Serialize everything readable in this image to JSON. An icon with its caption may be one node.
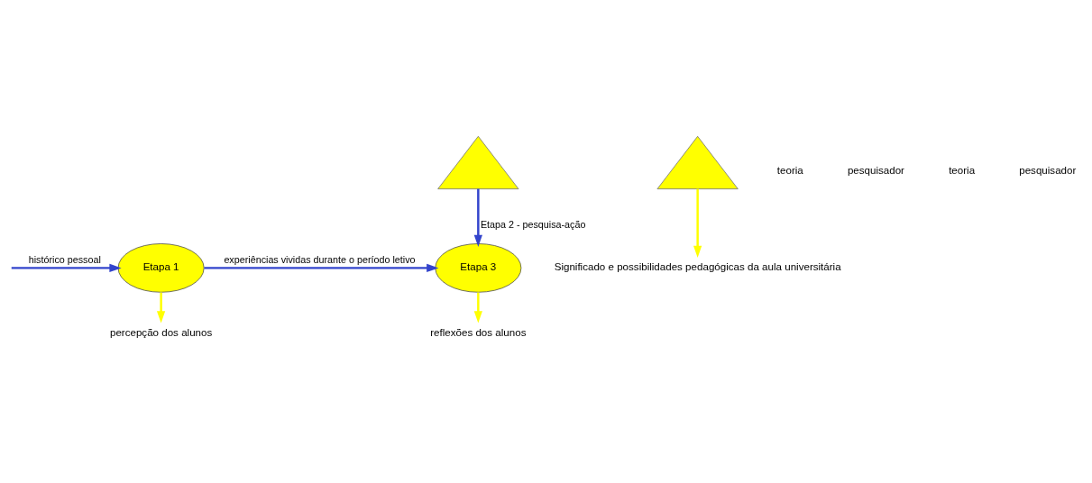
{
  "diagram": {
    "nodes": [
      {
        "text": [
          "Etapa 1"
        ]
      },
      {
        "text": [
          "Etapa 3"
        ]
      },
      {
        "text": [
          "percepção dos alunos"
        ]
      },
      {
        "text": [],
        "shape": "triangle"
      },
      {
        "text": [
          "reflexões dos alunos"
        ]
      },
      {
        "text": [],
        "shape": "triangle"
      },
      {
        "text": [
          "Significado e possibilidades pedagógicas da aula universitária"
        ]
      }
    ],
    "edges": [
      {
        "from": null,
        "to": 0,
        "arrow": "to",
        "label": "histórico pessoal"
      },
      {
        "from": 0,
        "to": 1,
        "arrow": "to",
        "label": "experiências vividas durante o período letivo"
      },
      {
        "from": 0,
        "to": 2,
        "arrow": "to",
        "color": "#ffff00"
      },
      {
        "from": 3,
        "to": 1,
        "arrow": "to",
        "label": "Etapa 2 - pesquisa-ação"
      },
      {
        "from": 1,
        "to": 4,
        "arrow": "to",
        "color": "#ffff00"
      },
      {
        "from": 5,
        "to": 6,
        "arrow": "to",
        "color": "#ffff00"
      }
    ],
    "labels": [
      "teoria",
      "pesquisador",
      "teoria",
      "pesquisador"
    ]
  }
}
